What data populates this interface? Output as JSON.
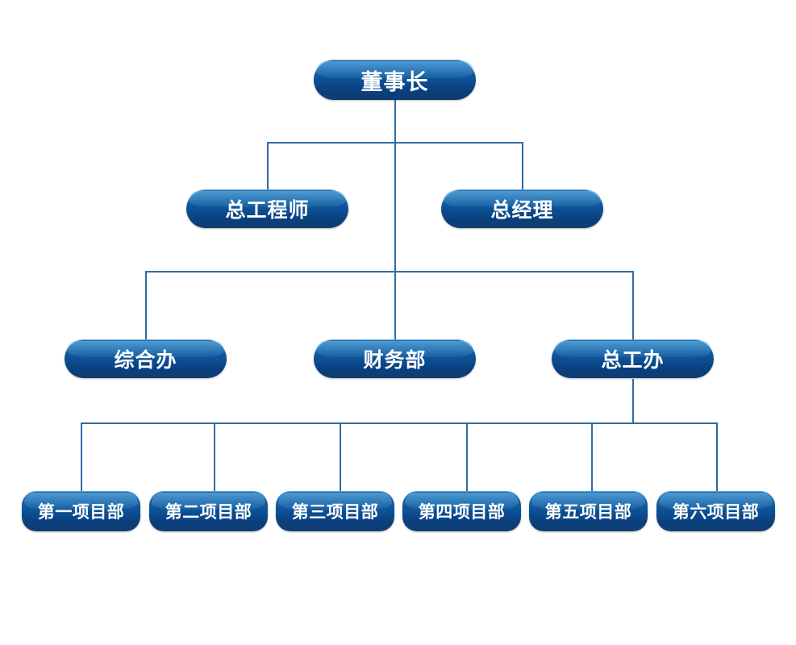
{
  "chart_data": {
    "type": "diagram",
    "title": "",
    "orientation": "top-down",
    "levels": [
      {
        "level": 0,
        "nodes": [
          {
            "id": "chairman",
            "label": "董事长"
          }
        ]
      },
      {
        "level": 1,
        "nodes": [
          {
            "id": "chief-engineer",
            "label": "总工程师"
          },
          {
            "id": "general-manager",
            "label": "总经理"
          }
        ]
      },
      {
        "level": 2,
        "nodes": [
          {
            "id": "general-office",
            "label": "综合办"
          },
          {
            "id": "finance-dept",
            "label": "财务部"
          },
          {
            "id": "chief-engineer-office",
            "label": "总工办"
          }
        ]
      },
      {
        "level": 3,
        "nodes": [
          {
            "id": "project-dept-1",
            "label": "第一项目部"
          },
          {
            "id": "project-dept-2",
            "label": "第二项目部"
          },
          {
            "id": "project-dept-3",
            "label": "第三项目部"
          },
          {
            "id": "project-dept-4",
            "label": "第四项目部"
          },
          {
            "id": "project-dept-5",
            "label": "第五项目部"
          },
          {
            "id": "project-dept-6",
            "label": "第六项目部"
          }
        ]
      }
    ],
    "edges": [
      {
        "from": "chairman",
        "to": "chief-engineer"
      },
      {
        "from": "chairman",
        "to": "general-manager"
      },
      {
        "from": "chairman",
        "to": "general-office"
      },
      {
        "from": "chairman",
        "to": "finance-dept"
      },
      {
        "from": "chairman",
        "to": "chief-engineer-office"
      },
      {
        "from": "chief-engineer-office",
        "to": "project-dept-1"
      },
      {
        "from": "chief-engineer-office",
        "to": "project-dept-2"
      },
      {
        "from": "chief-engineer-office",
        "to": "project-dept-3"
      },
      {
        "from": "chief-engineer-office",
        "to": "project-dept-4"
      },
      {
        "from": "chief-engineer-office",
        "to": "project-dept-5"
      },
      {
        "from": "chief-engineer-office",
        "to": "project-dept-6"
      }
    ],
    "colors": {
      "node_fill_top": "#1b6fb5",
      "node_fill_bottom": "#0a3f7d",
      "node_text": "#ffffff",
      "connector": "#2f6ba3",
      "background": "#ffffff"
    }
  }
}
